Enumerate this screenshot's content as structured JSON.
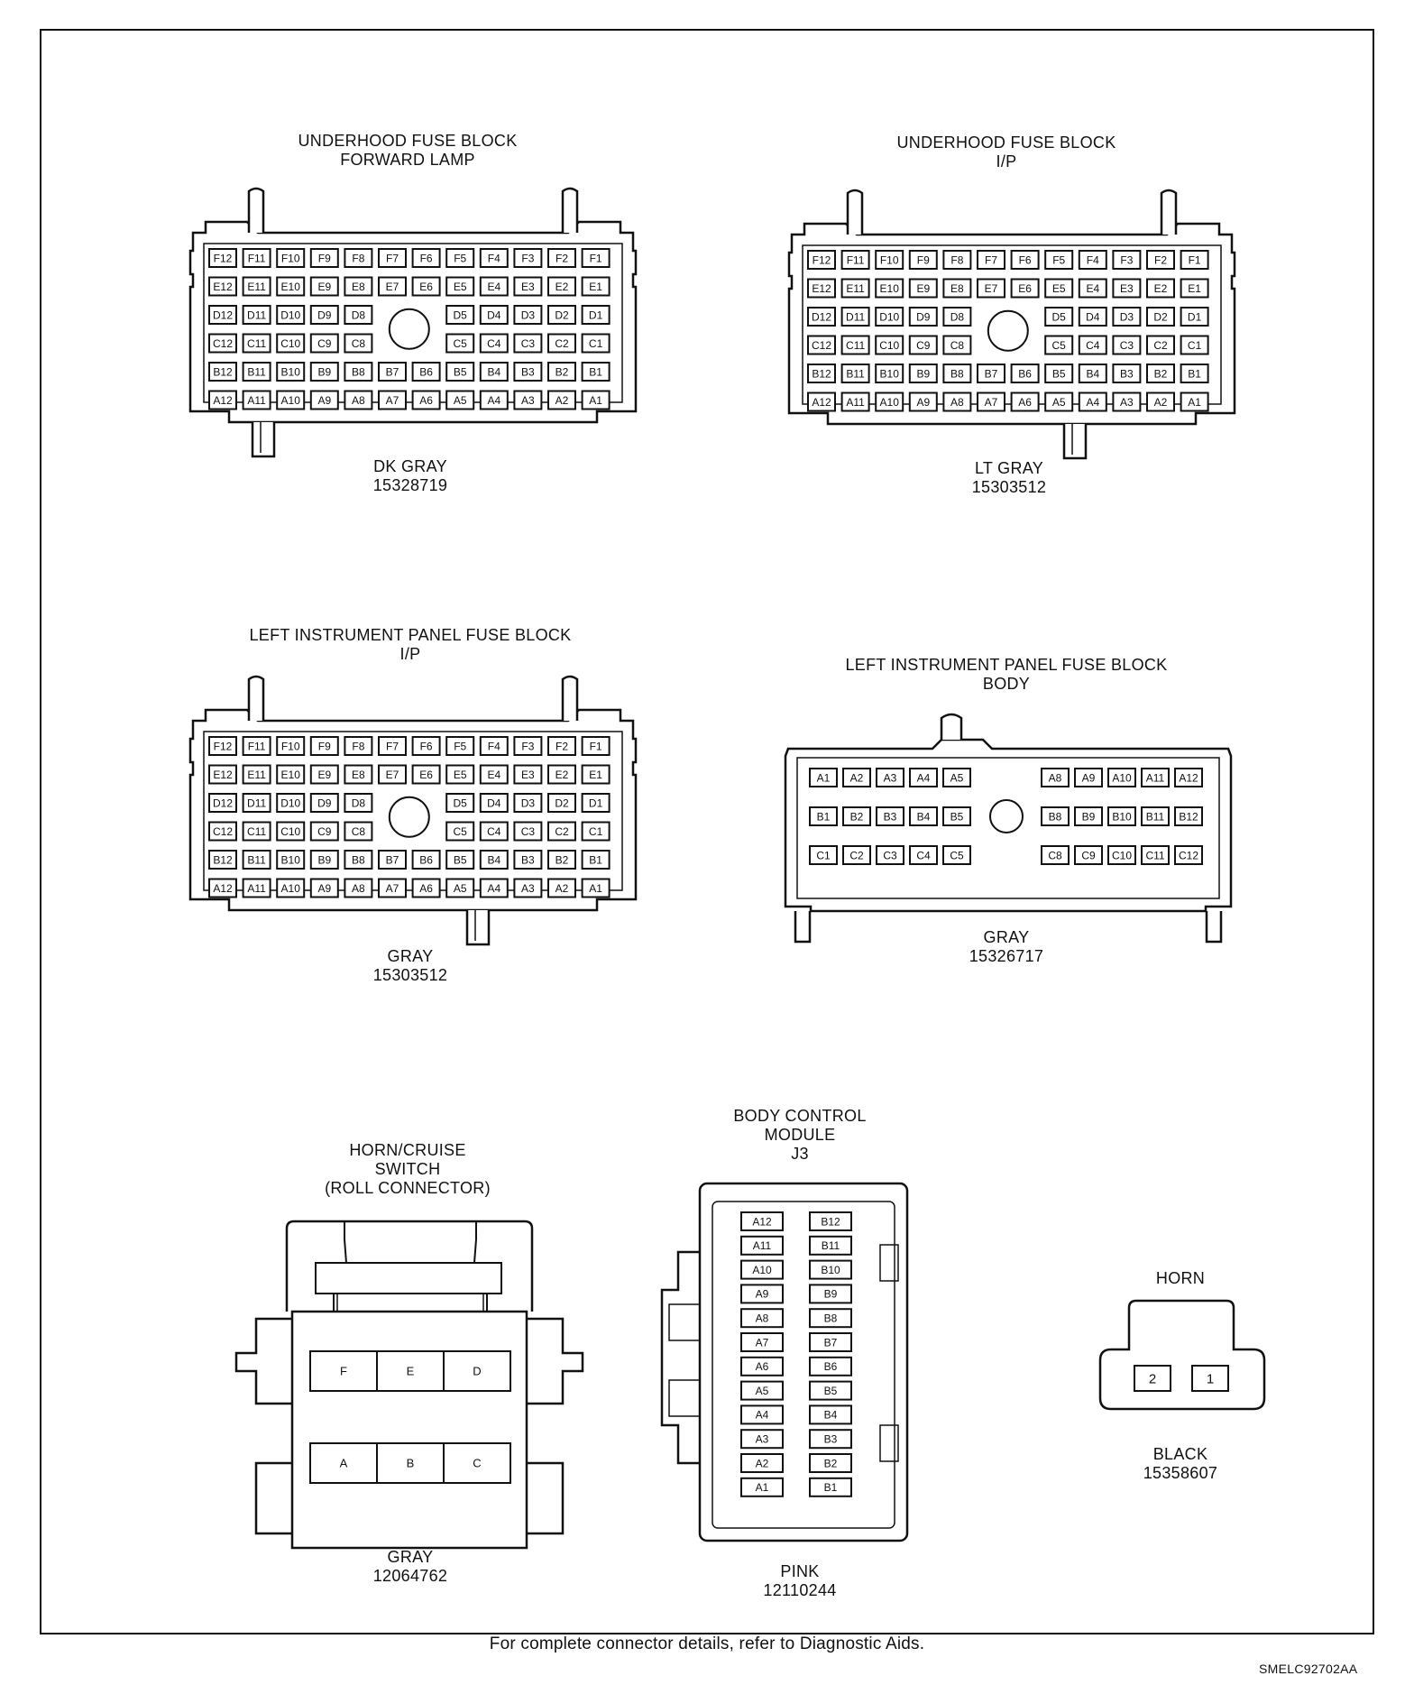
{
  "connectors": {
    "uh_fwd": {
      "title": [
        "UNDERHOOD FUSE BLOCK",
        "FORWARD LAMP"
      ],
      "color": "DK GRAY",
      "part": "15328719"
    },
    "uh_ip": {
      "title": [
        "UNDERHOOD FUSE BLOCK",
        "I/P"
      ],
      "color": "LT GRAY",
      "part": "15303512"
    },
    "lip_ip": {
      "title": [
        "LEFT INSTRUMENT PANEL FUSE BLOCK",
        "I/P"
      ],
      "color": "GRAY",
      "part": "15303512"
    },
    "lip_body": {
      "title": [
        "LEFT INSTRUMENT PANEL FUSE BLOCK",
        "BODY"
      ],
      "color": "GRAY",
      "part": "15326717",
      "rows": [
        [
          "A1",
          "A2",
          "A3",
          "A4",
          "A5",
          "A8",
          "A9",
          "A10",
          "A11",
          "A12"
        ],
        [
          "B1",
          "B2",
          "B3",
          "B4",
          "B5",
          "B8",
          "B9",
          "B10",
          "B11",
          "B12"
        ],
        [
          "C1",
          "C2",
          "C3",
          "C4",
          "C5",
          "C8",
          "C9",
          "C10",
          "C11",
          "C12"
        ]
      ]
    },
    "horn_cruise": {
      "title": [
        "HORN/CRUISE",
        "SWITCH",
        "(ROLL CONNECTOR)"
      ],
      "color": "GRAY",
      "part": "12064762",
      "top_row": [
        "F",
        "E",
        "D"
      ],
      "bottom_row": [
        "A",
        "B",
        "C"
      ]
    },
    "bcm_j3": {
      "title": [
        "BODY CONTROL",
        "MODULE",
        "J3"
      ],
      "color": "PINK",
      "part": "12110244",
      "col_a": [
        "A12",
        "A11",
        "A10",
        "A9",
        "A8",
        "A7",
        "A6",
        "A5",
        "A4",
        "A3",
        "A2",
        "A1"
      ],
      "col_b": [
        "B12",
        "B11",
        "B10",
        "B9",
        "B8",
        "B7",
        "B6",
        "B5",
        "B4",
        "B3",
        "B2",
        "B1"
      ]
    },
    "horn": {
      "title": [
        "HORN"
      ],
      "color": "BLACK",
      "part": "15358607",
      "pins": [
        "2",
        "1"
      ]
    }
  },
  "fuse_grid": {
    "rows": [
      [
        "F12",
        "F11",
        "F10",
        "F9",
        "F8",
        "F7",
        "F6",
        "F5",
        "F4",
        "F3",
        "F2",
        "F1"
      ],
      [
        "E12",
        "E11",
        "E10",
        "E9",
        "E8",
        "E7",
        "E6",
        "E5",
        "E4",
        "E3",
        "E2",
        "E1"
      ],
      [
        "D12",
        "D11",
        "D10",
        "D9",
        "D8",
        "",
        "",
        "D5",
        "D4",
        "D3",
        "D2",
        "D1"
      ],
      [
        "C12",
        "C11",
        "C10",
        "C9",
        "C8",
        "",
        "",
        "C5",
        "C4",
        "C3",
        "C2",
        "C1"
      ],
      [
        "B12",
        "B11",
        "B10",
        "B9",
        "B8",
        "B7",
        "B6",
        "B5",
        "B4",
        "B3",
        "B2",
        "B1"
      ],
      [
        "A12",
        "A11",
        "A10",
        "A9",
        "A8",
        "A7",
        "A6",
        "A5",
        "A4",
        "A3",
        "A2",
        "A1"
      ]
    ]
  },
  "footer": "For complete connector details, refer to Diagnostic Aids.",
  "figure_id": "SMELC92702AA"
}
